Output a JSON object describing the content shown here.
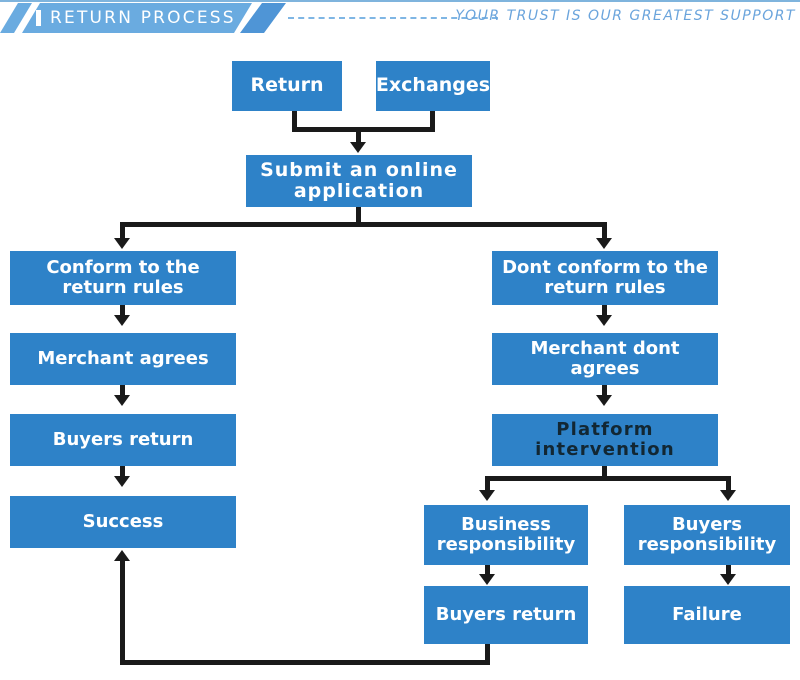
{
  "header": {
    "title": "RETURN PROCESS",
    "tagline": "YOUR TRUST IS OUR GREATEST SUPPORT",
    "accent_color": "#6aabe0",
    "wedge_color": "#4f95d6",
    "tagline_color": "#6aa4dc"
  },
  "diagram": {
    "box_color": "#2e82c8",
    "connector_color": "#1a1a1a",
    "nodes": {
      "return": "Return",
      "exchanges": "Exchanges",
      "submit": "Submit an online application",
      "conform": "Conform to the return rules",
      "merchant_agrees": "Merchant agrees",
      "buyers_return_left": "Buyers return",
      "success": "Success",
      "dont_conform": "Dont conform to the return rules",
      "merchant_dont_agrees": "Merchant dont agrees",
      "platform": "Platform intervention",
      "business_resp": "Business responsibility",
      "buyers_resp": "Buyers responsibility",
      "buyers_return_right": "Buyers return",
      "failure": "Failure"
    }
  }
}
